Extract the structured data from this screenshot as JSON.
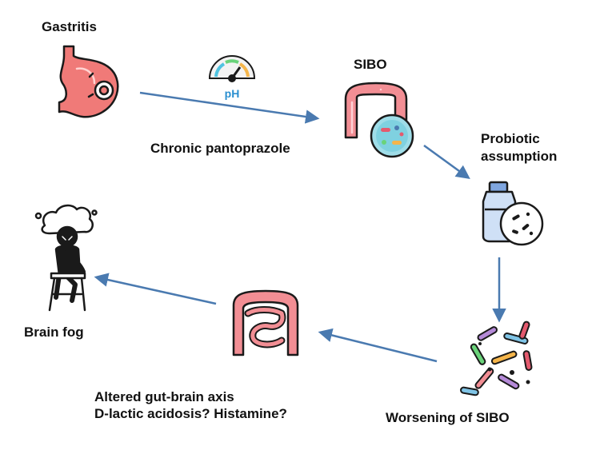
{
  "nodes": {
    "gastritis": {
      "label": "Gastritis",
      "icon": "stomach-icon"
    },
    "sibo": {
      "label": "SIBO",
      "icon": "colon-bacteria-icon"
    },
    "probiotic": {
      "label_line1": "Probiotic",
      "label_line2": "assumption",
      "icon": "probiotic-bottle-icon"
    },
    "worsening": {
      "label": "Worsening of SIBO",
      "icon": "bacteria-icon"
    },
    "altered": {
      "label_line1": "Altered gut-brain axis",
      "label_line2": "D-lactic acidosis? Histamine?",
      "icon": "intestine-icon"
    },
    "brain_fog": {
      "label": "Brain fog",
      "icon": "stressed-person-icon"
    }
  },
  "edges": {
    "gastritis_to_sibo": {
      "label": "Chronic pantoprazole",
      "icon": "ph-gauge-icon",
      "icon_text": "pH"
    }
  },
  "colors": {
    "arrow": "#4a7ab0",
    "stomach": "#f07a78",
    "intestine": "#f28e94",
    "outline": "#1a1a1a",
    "text": "#111111"
  }
}
